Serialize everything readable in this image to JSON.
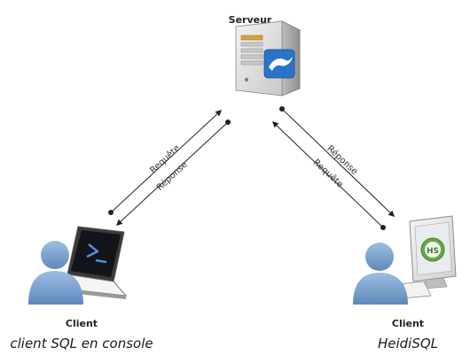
{
  "server": {
    "label": "Serveur"
  },
  "left_client": {
    "label": "Client",
    "caption": "client SQL en console"
  },
  "right_client": {
    "label": "Client",
    "caption": "HeidiSQL",
    "monitor_logo": "HS"
  },
  "left_link": {
    "request_label": "Requête",
    "response_label": "Réponse"
  },
  "right_link": {
    "response_label": "Réponse",
    "request_label": "Requête"
  },
  "colors": {
    "person": "#7ea6d1",
    "server": "#e4e4e4",
    "database": "#2a74c7",
    "monitor_screen": "#66a84b"
  },
  "icons": [
    "server-icon",
    "database-icon",
    "laptop-icon",
    "terminal-prompt-icon",
    "person-icon",
    "monitor-icon",
    "heidisql-logo-icon"
  ]
}
